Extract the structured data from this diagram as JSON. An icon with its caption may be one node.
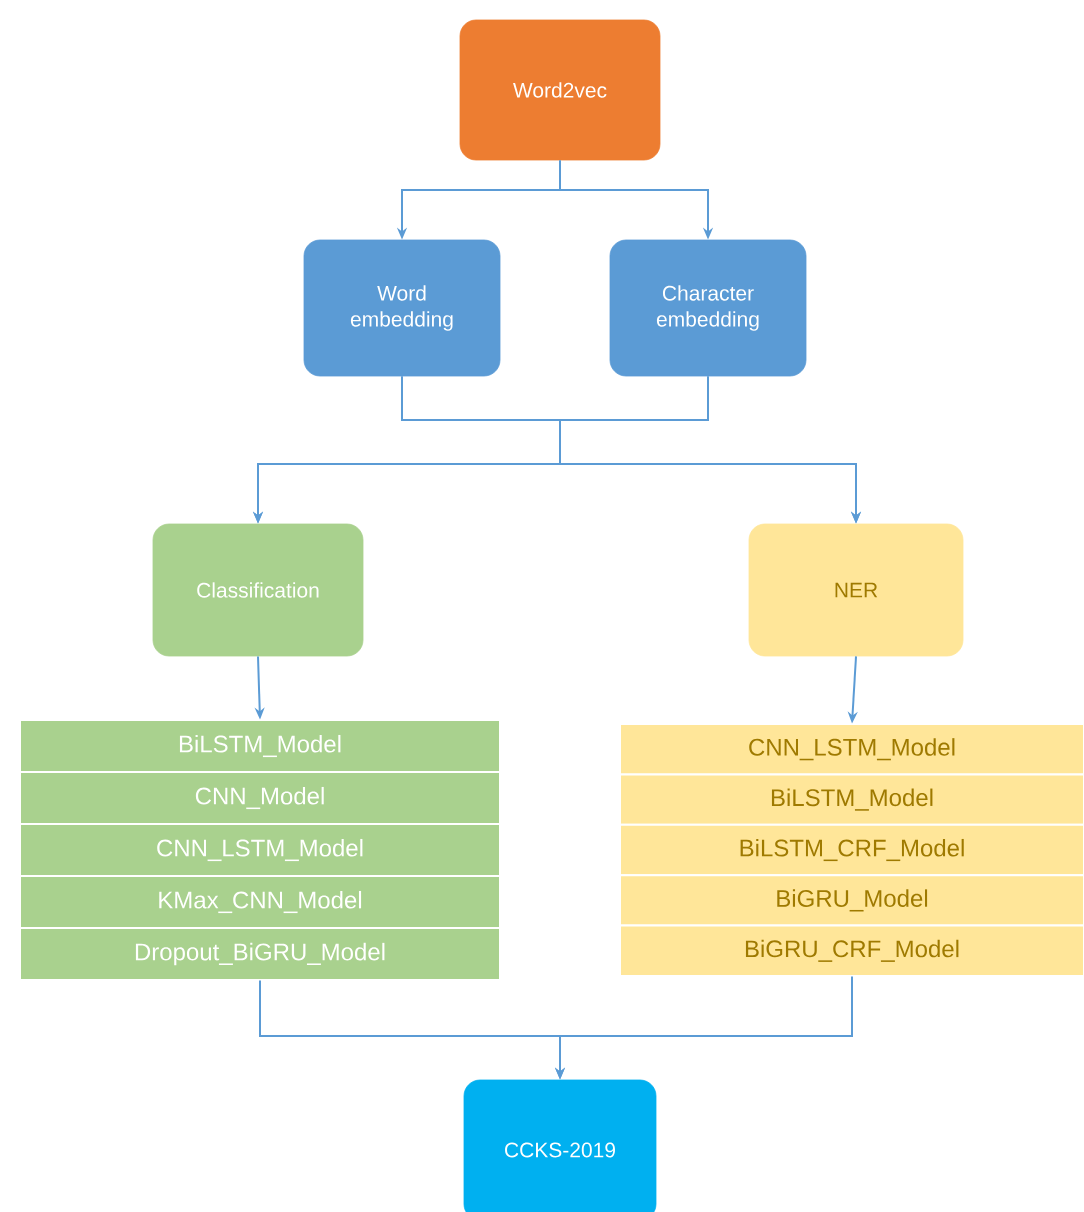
{
  "diagram": {
    "nodes": [
      {
        "text": [
          "Word2vec"
        ]
      },
      {
        "text": [
          "Word embedding"
        ]
      },
      {
        "text": [
          "Character embedding"
        ]
      },
      {
        "text": [
          "Classification"
        ]
      },
      {
        "text": [
          "NER"
        ]
      },
      {
        "text": [
          "BiLSTM_Model",
          "CNN_Model",
          "CNN_LSTM_Model",
          "KMax_CNN_Model",
          "Dropout_BiGRU_Model"
        ]
      },
      {
        "text": [
          "CNN_LSTM_Model",
          "BiLSTM_Model",
          "BiLSTM_CRF_Model",
          "BiGRU_Model",
          "BiGRU_CRF_Model"
        ]
      },
      {
        "text": [
          "CCKS-2019"
        ]
      }
    ],
    "edges": [
      {
        "from": 0,
        "to": 1,
        "arrow": "to"
      },
      {
        "from": 0,
        "to": 2,
        "arrow": "to"
      },
      {
        "from": 1,
        "to": 3,
        "arrow": "to"
      },
      {
        "from": 1,
        "to": 4,
        "arrow": "to"
      },
      {
        "from": 2,
        "to": 3,
        "arrow": "to"
      },
      {
        "from": 2,
        "to": 4,
        "arrow": "to"
      },
      {
        "from": 3,
        "to": 5,
        "arrow": "to"
      },
      {
        "from": 4,
        "to": 6,
        "arrow": "to"
      },
      {
        "from": 5,
        "to": 7,
        "arrow": "to"
      },
      {
        "from": 6,
        "to": 7,
        "arrow": "to"
      }
    ]
  }
}
